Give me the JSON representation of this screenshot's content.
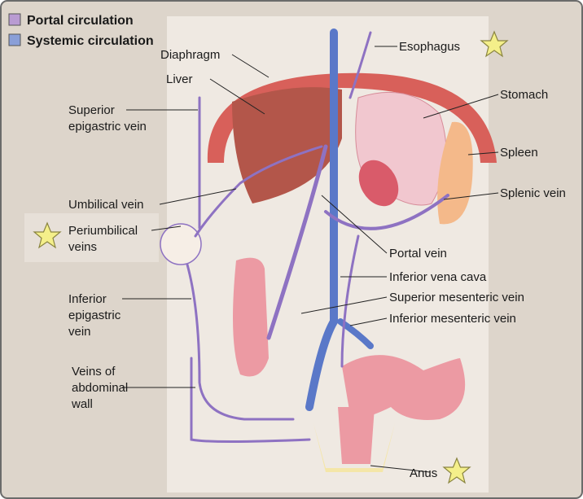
{
  "legend": [
    {
      "label": "Portal circulation",
      "color": "#b99bd2"
    },
    {
      "label": "Systemic circulation",
      "color": "#8a9fd8"
    }
  ],
  "labels": {
    "esophagus": "Esophagus",
    "diaphragm": "Diaphragm",
    "liver": "Liver",
    "stomach": "Stomach",
    "superior_epigastric_1": "Superior",
    "superior_epigastric_2": "epigastric vein",
    "spleen": "Spleen",
    "splenic_vein": "Splenic vein",
    "umbilical_vein": "Umbilical vein",
    "periumbilical_1": "Periumbilical",
    "periumbilical_2": "veins",
    "portal_vein": "Portal vein",
    "ivc": "Inferior vena cava",
    "smv": "Superior mesenteric vein",
    "imv": "Inferior mesenteric vein",
    "inferior_epigastric_1": "Inferior",
    "inferior_epigastric_2": "epigastric",
    "inferior_epigastric_3": "vein",
    "abdominal_wall_1": "Veins of",
    "abdominal_wall_2": "abdominal",
    "abdominal_wall_3": "wall",
    "anus": "Anus"
  },
  "colors": {
    "portal_vessel": "#8e72c2",
    "systemic_vessel": "#5a78c8",
    "star": "#f4ef8a"
  }
}
